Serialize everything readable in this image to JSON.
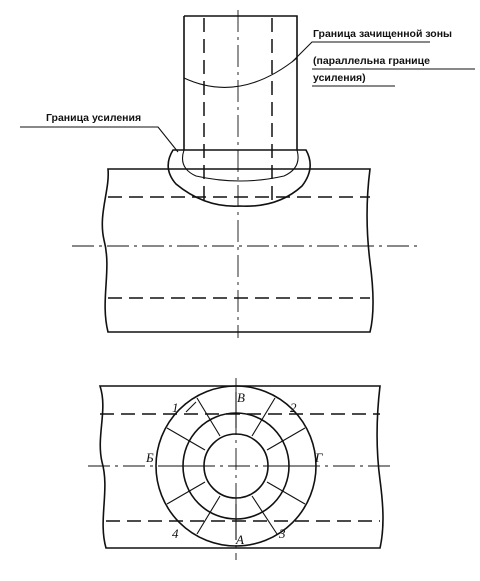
{
  "labels": {
    "cleaned_zone_line1": "Граница зачищенной зоны",
    "cleaned_zone_line2": "(параллельна границе",
    "cleaned_zone_line3": "усиления)",
    "reinforcement_boundary": "Граница усиления"
  },
  "markers": {
    "p1": "1",
    "p2": "2",
    "p3": "3",
    "p4": "4",
    "top": "В",
    "bottom": "А",
    "left": "Б",
    "right": "Г"
  }
}
